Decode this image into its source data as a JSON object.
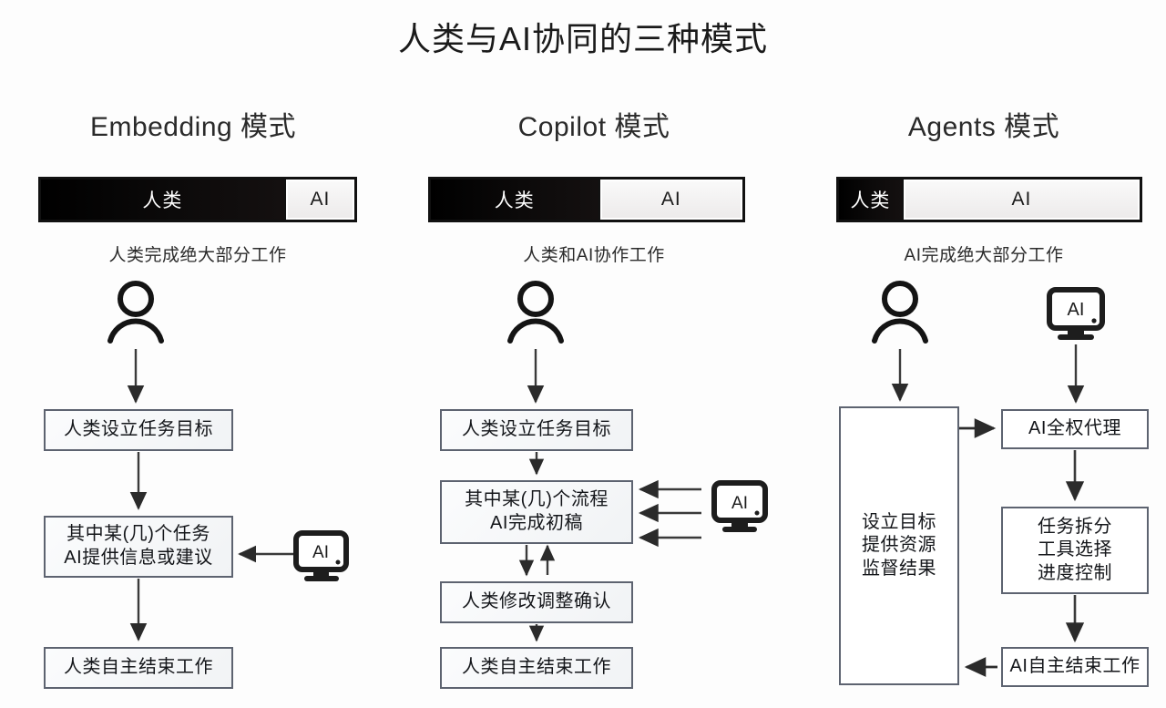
{
  "page": {
    "title": "人类与AI协同的三种模式",
    "background": "#fdfdfd",
    "accent_dark": "#111111",
    "box_border": "#5d6370"
  },
  "columns": [
    {
      "key": "embedding",
      "title": "Embedding 模式",
      "bar": {
        "human_label": "人类",
        "ai_label": "AI",
        "human_percent": 78,
        "ai_percent": 22
      },
      "caption": "人类完成绝大部分工作",
      "actor_icon": "person-icon",
      "actor_icon_label": "",
      "flow": [
        {
          "name": "set-goal",
          "lines": [
            "人类设立任务目标"
          ]
        },
        {
          "name": "ai-assist",
          "lines": [
            "其中某(几)个任务",
            "AI提供信息或建议"
          ]
        },
        {
          "name": "human-finish",
          "lines": [
            "人类自主结束工作"
          ]
        }
      ],
      "side_ai": {
        "icon": "monitor-ai-icon",
        "label": "AI",
        "arrow_count": 1
      }
    },
    {
      "key": "copilot",
      "title": "Copilot 模式",
      "bar": {
        "human_label": "人类",
        "ai_label": "AI",
        "human_percent": 54,
        "ai_percent": 46
      },
      "caption": "人类和AI协作工作",
      "actor_icon": "person-icon",
      "actor_icon_label": "",
      "flow": [
        {
          "name": "set-goal",
          "lines": [
            "人类设立任务目标"
          ]
        },
        {
          "name": "ai-draft",
          "lines": [
            "其中某(几)个流程",
            "AI完成初稿"
          ]
        },
        {
          "name": "human-revise",
          "lines": [
            "人类修改调整确认"
          ]
        },
        {
          "name": "human-finish",
          "lines": [
            "人类自主结束工作"
          ]
        }
      ],
      "side_ai": {
        "icon": "monitor-ai-icon",
        "label": "AI",
        "arrow_count": 3
      }
    },
    {
      "key": "agents",
      "title": "Agents 模式",
      "bar": {
        "human_label": "人类",
        "ai_label": "AI",
        "human_percent": 21,
        "ai_percent": 79
      },
      "caption": "AI完成绝大部分工作",
      "actor_icon": "person-icon",
      "actor_icon_label": "",
      "second_actor_icon": "monitor-ai-icon",
      "second_actor_label": "AI",
      "flow": [
        {
          "name": "human-supervise",
          "lines": [
            "设立目标",
            "提供资源",
            "监督结果"
          ]
        },
        {
          "name": "ai-full-agency",
          "lines": [
            "AI全权代理"
          ]
        },
        {
          "name": "ai-plan",
          "lines": [
            "任务拆分",
            "工具选择",
            "进度控制"
          ]
        },
        {
          "name": "ai-finish",
          "lines": [
            "AI自主结束工作"
          ]
        }
      ]
    }
  ]
}
